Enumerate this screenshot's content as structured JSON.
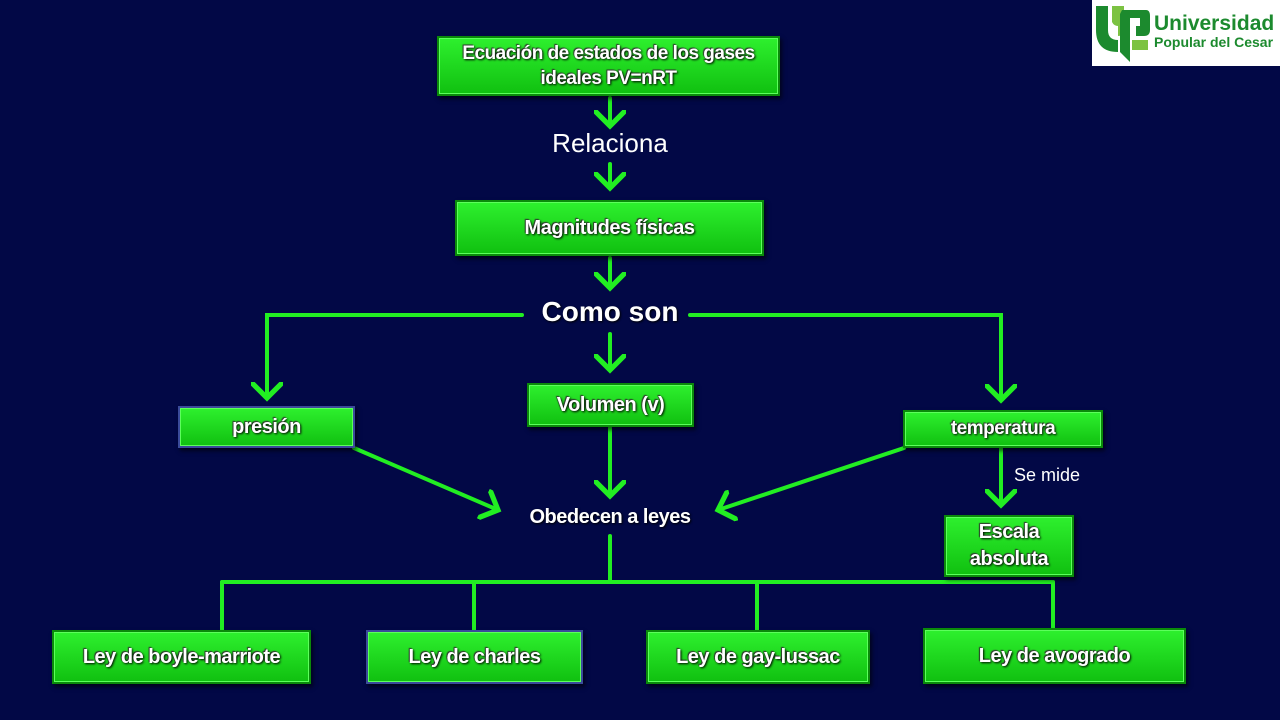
{
  "diagram": {
    "colors": {
      "background": "#020846",
      "box": "#22dd22",
      "arrow": "#22ee22"
    },
    "nodes": {
      "root": "Ecuación de estados de los gases ideales PV=nRT",
      "relaciona": "Relaciona",
      "magnitudes": "Magnitudes físicas",
      "como_son": "Como son",
      "presion": "presión",
      "volumen": "Volumen (v)",
      "temperatura": "temperatura",
      "se_mide": "Se mide",
      "escala": "Escala absoluta",
      "obedecen": "Obedecen a leyes",
      "boyle": "Ley de boyle-marriote",
      "charles": "Ley de charles",
      "gay_lussac": "Ley de gay-lussac",
      "avogrado": "Ley de avogrado"
    }
  },
  "logo": {
    "name": "Universidad",
    "subtitle": "Popular del Cesar",
    "icon": "up-logo-icon"
  }
}
